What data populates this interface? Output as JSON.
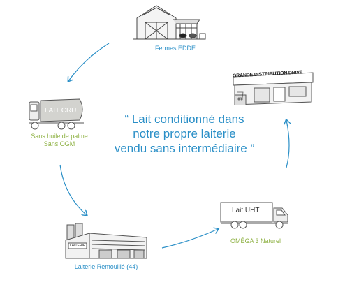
{
  "quote": {
    "line1": "“ Lait conditionné dans",
    "line2": "notre propre laiterie",
    "line3": "vendu sans intermédiaire ”"
  },
  "stations": {
    "farm": {
      "label": "Fermes EDDE"
    },
    "tanker": {
      "sign": "LAIT CRU",
      "label_line1": "Sans huile de palme",
      "label_line2": "Sans OGM"
    },
    "dairy": {
      "sign": "LAITERIE",
      "label": "Laiterie Remouillé (44)"
    },
    "truck": {
      "sign": "Lait UHT",
      "label": "OMÉGA 3 Naturel"
    },
    "store": {
      "sign": "GRANDE DISTRIBUTION DRIVE"
    }
  },
  "colors": {
    "accent_blue": "#2a8fc7",
    "accent_green": "#8cb040",
    "sketch": "#444444"
  }
}
